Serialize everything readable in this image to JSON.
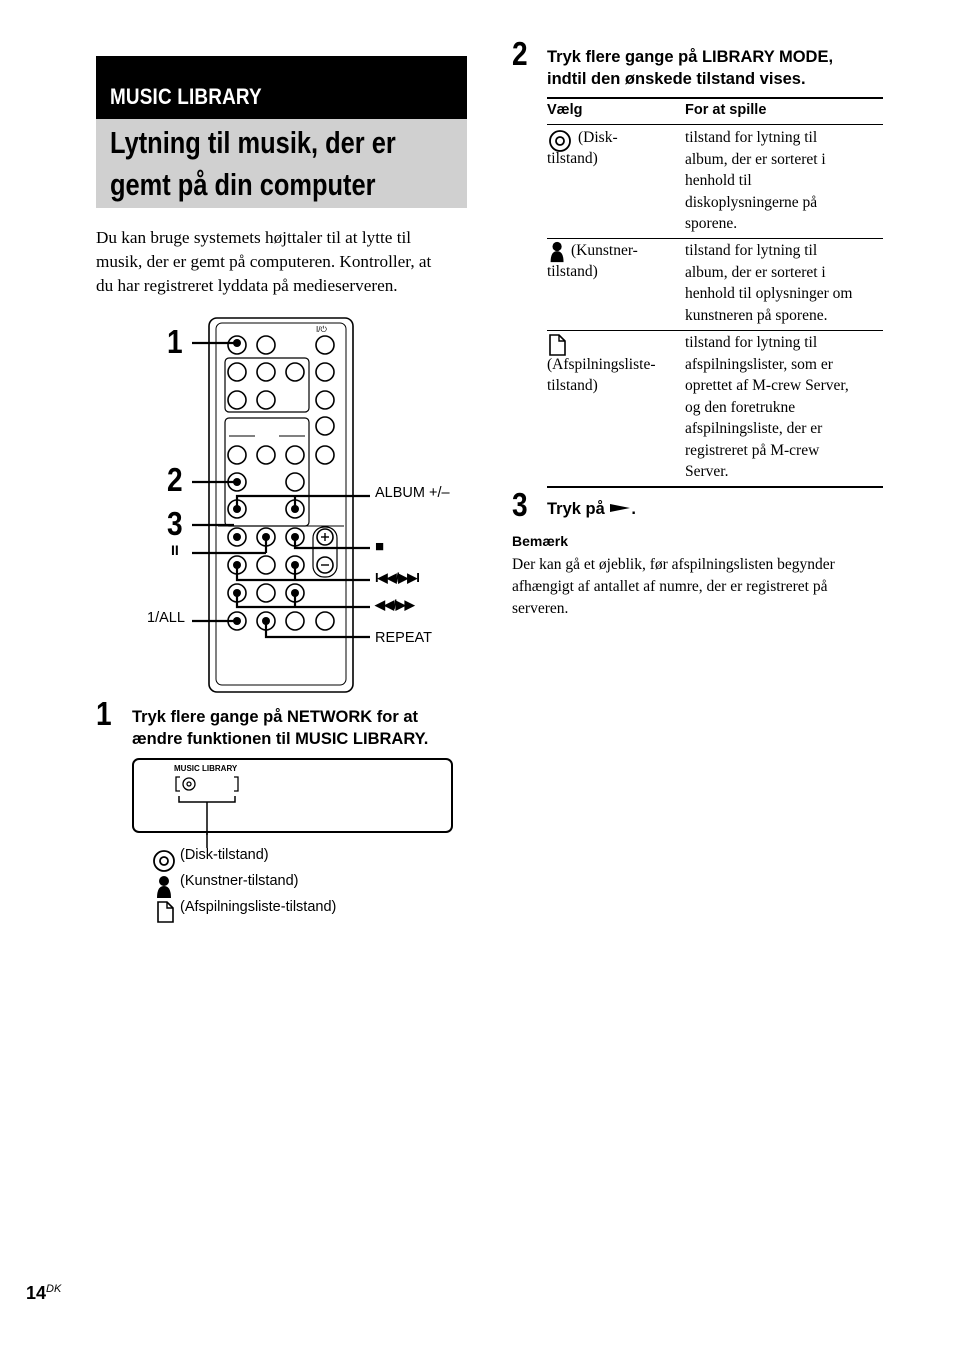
{
  "section_label": "MUSIC LIBRARY",
  "title_line1": "Lytning til musik, der er",
  "title_line2": "gemt på din computer",
  "intro_lines": [
    "Du kan bruge systemets højttaler til at lytte til",
    "musik, der er gemt på computeren. Kontroller, at",
    "du har registreret lyddata på medieserveren."
  ],
  "remote_labels": {
    "callout1": "1",
    "callout2": "2",
    "callout3": "3",
    "pause": "II",
    "album": "ALBUM +/–",
    "stop": "■",
    "prev_next": "I◀◀/▶▶I",
    "rew_ff": "◀◀/▶▶",
    "one_all": "1/ALL",
    "repeat": "REPEAT",
    "power": "I/⏻"
  },
  "step1": {
    "num": "1",
    "line1": "Tryk flere gange på NETWORK for at",
    "line2": "ændre funktionen til MUSIC LIBRARY."
  },
  "display": {
    "label": "MUSIC  LIBRARY",
    "legend": [
      "(Disk-tilstand)",
      "(Kunstner-tilstand)",
      "(Afspilningsliste-tilstand)"
    ]
  },
  "step2": {
    "num": "2",
    "line1": "Tryk flere gange på LIBRARY MODE,",
    "line2": "indtil den ønskede tilstand vises."
  },
  "table": {
    "headers": [
      "Vælg",
      "For at spille"
    ],
    "rows": [
      {
        "icon": "disc-icon",
        "mode_lines": [
          "(Disk-",
          "tilstand)"
        ],
        "desc_lines": [
          "tilstand for lytning til",
          "album, der er sorteret i",
          "henhold til",
          "diskoplysningerne på",
          "sporene."
        ]
      },
      {
        "icon": "person-icon",
        "mode_lines": [
          "(Kunstner-",
          "tilstand)"
        ],
        "desc_lines": [
          "tilstand for lytning til",
          "album, der er sorteret i",
          "henhold til oplysninger om",
          "kunstneren på sporene."
        ]
      },
      {
        "icon": "document-icon",
        "mode_lines": [
          "(Afspilningsliste-",
          "tilstand)"
        ],
        "desc_lines": [
          "tilstand for lytning til",
          "afspilningslister, som er",
          "oprettet af M-crew Server,",
          "og den foretrukne",
          "afspilningsliste, der er",
          "registreret på M-crew",
          "Server."
        ]
      }
    ]
  },
  "step3": {
    "num": "3",
    "text": "Tryk på",
    "suffix": "."
  },
  "note": {
    "heading": "Bemærk",
    "lines": [
      "Der kan gå et øjeblik, før afspilningslisten begynder",
      "afhængigt af antallet af numre, der er registreret på",
      "serveren."
    ]
  },
  "page_number": "14",
  "page_suffix": "DK"
}
